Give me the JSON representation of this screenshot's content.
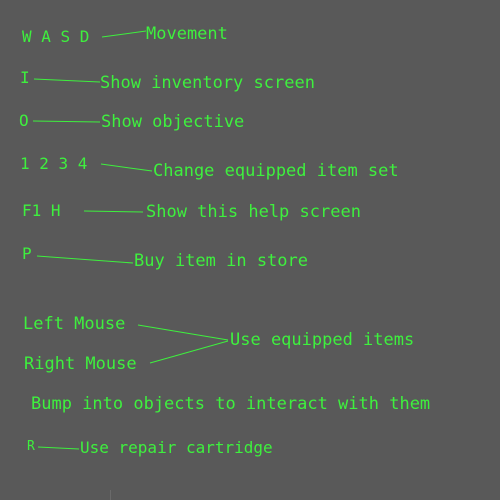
{
  "help_screen": {
    "rows": [
      {
        "key": "W A S D",
        "desc": "Movement"
      },
      {
        "key": "I",
        "desc": "Show inventory screen"
      },
      {
        "key": "O",
        "desc": "Show objective"
      },
      {
        "key": "1 2 3 4",
        "desc": "Change equipped item set"
      },
      {
        "key": "F1 H",
        "desc": "Show this help screen"
      },
      {
        "key": "P",
        "desc": "Buy item in store"
      },
      {
        "key": "Left Mouse",
        "desc": "Use equipped items"
      },
      {
        "key": "Right Mouse"
      },
      {
        "key": "R",
        "desc": "Use repair cartridge"
      }
    ],
    "note": "Bump into objects to interact with them"
  },
  "colors": {
    "background": "#595959",
    "text": "#3ef03e"
  }
}
